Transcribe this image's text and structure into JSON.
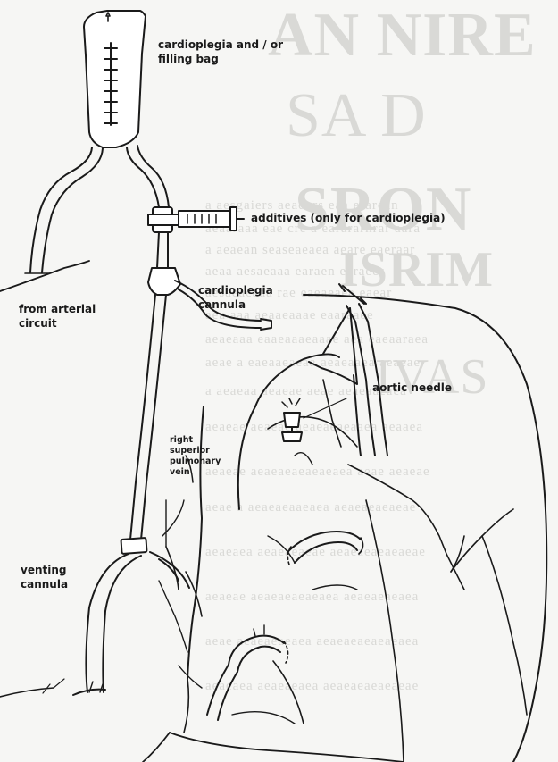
{
  "labels": {
    "bag": "cardioplegia and / or",
    "bag_line2": "filling bag",
    "additives": "additives (only for cardioplegia)",
    "cardioplegia_cannula": "cardioplegia",
    "cardioplegia_cannula_line2": "cannula",
    "arterial": "from arterial",
    "arterial_line2": "circuit",
    "aortic_needle": "aortic needle",
    "vein": "right",
    "vein_line2": "superior",
    "vein_line3": "pulmonary",
    "vein_line4": "vein",
    "venting": "venting",
    "venting_line2": "cannula"
  },
  "colors": {
    "ink": "#1a1a1a",
    "paper": "#f6f6f4",
    "faint_text": "#d9d9d6"
  }
}
